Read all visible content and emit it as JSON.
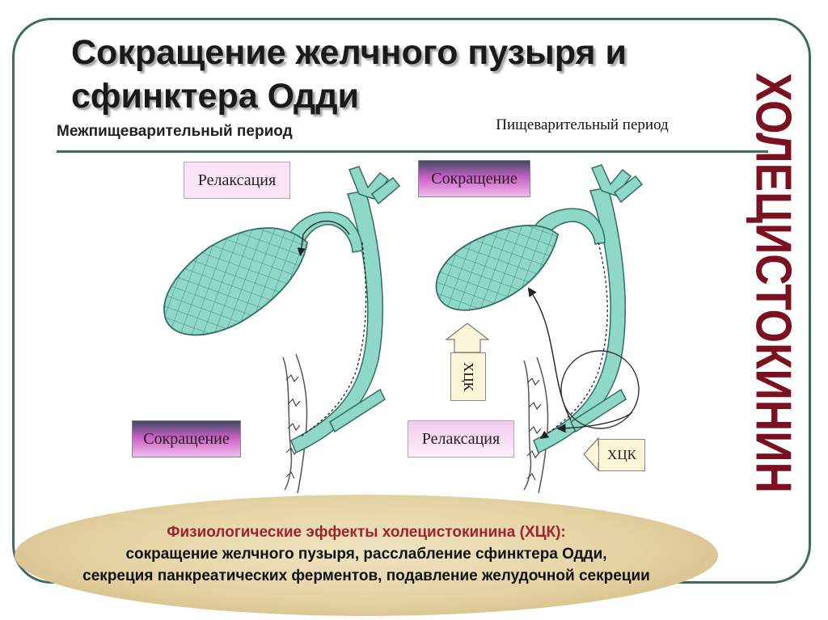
{
  "title": "Сокращение желчного пузыря и сфинктера Одди",
  "left_period": "Межпищеварительный период",
  "right_period": "Пищеварительный период",
  "boxes": {
    "left_top": "Релаксация",
    "left_bottom": "Сокращение",
    "right_top": "Сокращение",
    "right_bottom": "Релаксация",
    "cck_vertical": "ХЦК",
    "cck_horizontal": "ХЦК"
  },
  "side_word": "ХОЛЕЦИСТОКИНИН",
  "bottom": {
    "heading": "Физиологические эффекты холецистокинина (ХЦК):",
    "line1": "сокращение желчного пузыря, расслабление сфинктера Одди,",
    "line2": "секреция панкреатических ферментов, подавление желудочной секреции"
  },
  "colors": {
    "frame": "#3f6b60",
    "organ_fill": "#8fd8c8",
    "organ_stroke": "#2f6f63",
    "relax_box": "#f9dcf5",
    "contract_box": "#c95fc2",
    "cck_box": "#fbf6d8",
    "side_word": "#7a1020",
    "bottom_heading": "#a0232e",
    "ellipse": "#e3d2a2"
  }
}
